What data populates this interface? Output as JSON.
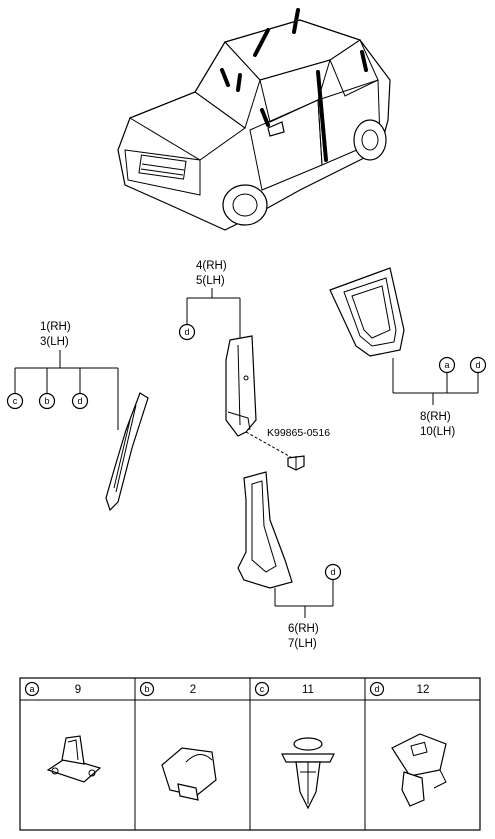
{
  "parts": {
    "a_pillar": {
      "rh": "1(RH)",
      "lh": "3(LH)",
      "clips": [
        "c",
        "b",
        "d"
      ]
    },
    "b_pillar_upper": {
      "rh": "4(RH)",
      "lh": "5(LH)",
      "clip": "d"
    },
    "c_pillar": {
      "rh": "8(RH)",
      "lh": "10(LH)",
      "clips": [
        "a",
        "d"
      ]
    },
    "b_pillar_lower": {
      "rh": "6(RH)",
      "lh": "7(LH)",
      "clip": "d"
    },
    "screw": {
      "part_no": "K99865-0516"
    }
  },
  "legend": [
    {
      "letter": "a",
      "number": "9"
    },
    {
      "letter": "b",
      "number": "2"
    },
    {
      "letter": "c",
      "number": "11"
    },
    {
      "letter": "d",
      "number": "12"
    }
  ]
}
